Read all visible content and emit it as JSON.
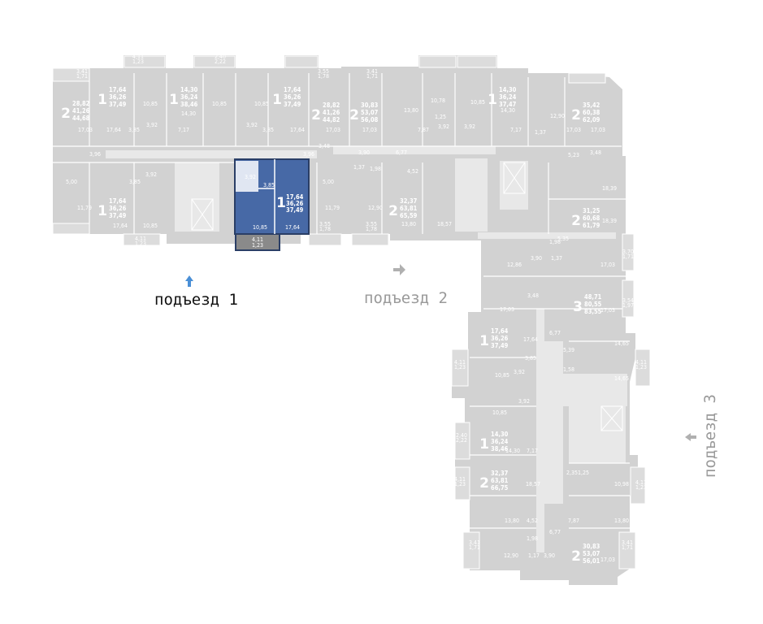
{
  "entrances": [
    {
      "label": "подъезд 1",
      "active": true
    },
    {
      "label": "подъезд 2",
      "active": false
    },
    {
      "label": "подъезд 3",
      "active": false
    }
  ],
  "colors": {
    "building": "#d2d2d2",
    "walls": "#e4e4e4",
    "selected": "#4769a6",
    "active_text": "#111111",
    "inactive_text": "#9a9a9a",
    "arrow_active": "#4a8fd6",
    "arrow_inactive": "#b0b0b0"
  },
  "selected_apartment": {
    "rooms": "1",
    "areas": [
      "17,64",
      "36,26",
      "37,49"
    ],
    "room_areas": [
      "3,85",
      "10,85",
      "17,64",
      "3,92"
    ],
    "balcony": [
      "4,11",
      "1,23"
    ]
  },
  "apartments": [
    {
      "rooms": "2",
      "areas": [
        "28,82",
        "41,26",
        "44,68"
      ]
    },
    {
      "rooms": "1",
      "areas": [
        "17,64",
        "36,26",
        "37,49"
      ]
    },
    {
      "rooms": "1",
      "areas": [
        "14,30",
        "36,24",
        "38,46"
      ]
    },
    {
      "rooms": "1",
      "areas": [
        "17,64",
        "36,26",
        "37,49"
      ]
    },
    {
      "rooms": "2",
      "areas": [
        "28,82",
        "41,26",
        "44,82"
      ]
    },
    {
      "rooms": "2",
      "areas": [
        "30,83",
        "53,07",
        "56,08"
      ]
    },
    {
      "rooms": "1",
      "areas": [
        "14,30",
        "36,24",
        "37,47"
      ]
    },
    {
      "rooms": "2",
      "areas": [
        "35,42",
        "60,38",
        "62,09"
      ]
    },
    {
      "rooms": "1",
      "areas": [
        "17,64",
        "36,26",
        "37,49"
      ]
    },
    {
      "rooms": "2",
      "areas": [
        "32,37",
        "63,81",
        "65,59"
      ]
    },
    {
      "rooms": "2",
      "areas": [
        "31,25",
        "60,68",
        "61,79"
      ]
    },
    {
      "rooms": "3",
      "areas": [
        "48,71",
        "80,55",
        "83,55"
      ]
    },
    {
      "rooms": "1",
      "areas": [
        "17,64",
        "36,26",
        "37,49"
      ]
    },
    {
      "rooms": "1",
      "areas": [
        "14,30",
        "36,24",
        "38,46"
      ]
    },
    {
      "rooms": "2",
      "areas": [
        "32,37",
        "63,81",
        "66,75"
      ]
    },
    {
      "rooms": "2",
      "areas": [
        "30,83",
        "53,07",
        "56,01"
      ]
    }
  ],
  "room_labels": [
    "10,85",
    "14,30",
    "10,85",
    "10,85",
    "17,03",
    "17,64",
    "3,85",
    "7,17",
    "3,85",
    "17,64",
    "17,03",
    "3,92",
    "3,92",
    "3,96",
    "3,96",
    "3,85",
    "3,92",
    "5,00",
    "11,79",
    "17,64",
    "10,85",
    "4,11",
    "1,23",
    "3,41",
    "1,71",
    "4,11",
    "1,23",
    "2,40",
    "2,22",
    "4,11",
    "1,23",
    "3,55",
    "1,78",
    "3,41",
    "1,71",
    "13,80",
    "10,78",
    "10,85",
    "17,03",
    "7,87",
    "17,03",
    "14,30",
    "7,17",
    "12,90",
    "17,03",
    "3,48",
    "3,90",
    "1,37",
    "1,98",
    "6,77",
    "4,52",
    "5,00",
    "11,79",
    "12,90",
    "13,80",
    "18,57",
    "3,55",
    "1,78",
    "3,55",
    "1,78",
    "1,25",
    "3,92",
    "3,92",
    "1,37",
    "5,23",
    "3,48",
    "18,39",
    "18,39",
    "5,35",
    "1,98",
    "12,86",
    "3,90",
    "1,37",
    "17,03",
    "3,70",
    "1,71",
    "3,48",
    "17,03",
    "3,54",
    "1,97",
    "17,03",
    "17,64",
    "6,77",
    "14,65",
    "5,39",
    "3,85",
    "14,65",
    "1,58",
    "10,85",
    "3,92",
    "3,92",
    "10,85",
    "14,30",
    "7,17",
    "2,40",
    "2,22",
    "18,57",
    "2,35",
    "1,25",
    "10,98",
    "13,80",
    "4,52",
    "7,87",
    "13,80",
    "6,77",
    "1,98",
    "12,90",
    "1,17",
    "3,90",
    "17,03",
    "4,11",
    "1,23",
    "4,11",
    "1,23",
    "4,11",
    "1,23",
    "3,41",
    "1,71",
    "3,41",
    "1,71",
    "4,11",
    "1,23"
  ]
}
